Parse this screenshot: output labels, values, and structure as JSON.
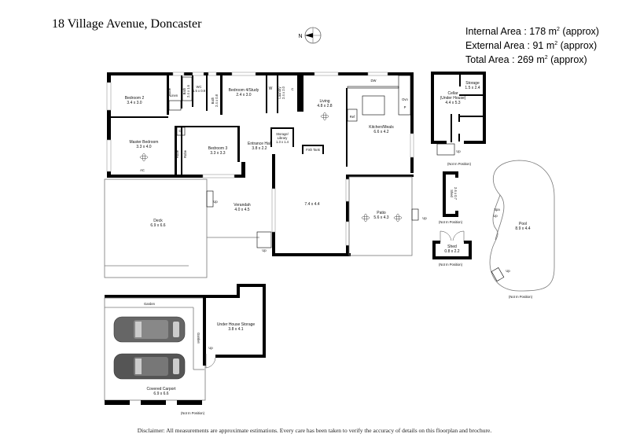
{
  "header": {
    "address": "18 Village Avenue, Doncaster",
    "compass_label": "N"
  },
  "areas": {
    "internal": {
      "label": "Internal Area : 178 m",
      "unit_sup": "2",
      "suffix": " (approx)"
    },
    "external": {
      "label": "External Area : 91 m",
      "unit_sup": "2",
      "suffix": " (approx)"
    },
    "total": {
      "label": "Total Area : 269 m",
      "unit_sup": "2",
      "suffix": " (approx)"
    }
  },
  "rooms": {
    "bedroom2": {
      "name": "Bedroom 2",
      "dims": "3.4 x 3.0"
    },
    "robe": "Robe",
    "linen": "Linen",
    "bath1": {
      "name": "Bath",
      "dims": "2.4 x 1.6"
    },
    "wc": {
      "name": "WC",
      "dims": "1.5 x 0.9"
    },
    "bath2": {
      "name": "Bath",
      "dims": "2.4 x 0.8"
    },
    "bedroom4": {
      "name": "Bedroom 4/Study",
      "dims": "2.4 x 3.0"
    },
    "w": "W",
    "laundry": {
      "name": "Laundry",
      "dims": "2.4 x 2.0"
    },
    "c": "C",
    "living": {
      "name": "Living",
      "dims": "4.8 x 2.8"
    },
    "dw": "DW",
    "ref": "Ref",
    "oven": "Ovn",
    "pantry": "P",
    "kitchen": {
      "name": "Kitchen/Meals",
      "dims": "6.6 x 4.2"
    },
    "master": {
      "name": "Master Bedroom",
      "dims": "3.3 x 4.0"
    },
    "ac": "AC",
    "bedroom3": {
      "name": "Bedroom 3",
      "dims": "3.3 x 3.3"
    },
    "entrance": {
      "name": "Entrance Hall",
      "dims": "3.8 x 2.2"
    },
    "storage_library": {
      "name1": "Storage/",
      "name2": "Library",
      "dims": "1.3 x 1.4"
    },
    "fish_tank": "Fish Tank",
    "deck": {
      "name": "Deck",
      "dims": "6.9 x 6.6"
    },
    "verandah": {
      "name": "Verandah",
      "dims": "4.0 x 4.5"
    },
    "big_room": {
      "dims": "7.4 x 4.4"
    },
    "patio": {
      "name": "Patio",
      "dims": "5.6 x 4.3"
    },
    "cellar": {
      "name1": "Cellar",
      "name2": "(Under House)",
      "dims": "4.4 x 5.3"
    },
    "storage": {
      "name": "Storage",
      "dims": "1.5 x 2.4"
    },
    "shed1": {
      "name": "Shed",
      "dims": "2.6 x 0.7"
    },
    "shed2": {
      "name": "Shed",
      "dims": "0.8 x 2.2"
    },
    "pool": {
      "name": "Pool",
      "dims": "8.9 x 4.4"
    },
    "spa": "Spa",
    "garden": "Garden",
    "under_storage": {
      "name": "Under House Storage",
      "dims": "3.8 x 4.1"
    },
    "carport": {
      "name": "Covered Carport",
      "dims": "6.9 x 6.6"
    },
    "up": "Up",
    "not_in_position": "(Not In Position)"
  },
  "footer": {
    "disclaimer": "Disclaimer: All measurements are approximate estimations. Every care has been taken to verify the accuracy of details on this floorplan and brochure."
  }
}
